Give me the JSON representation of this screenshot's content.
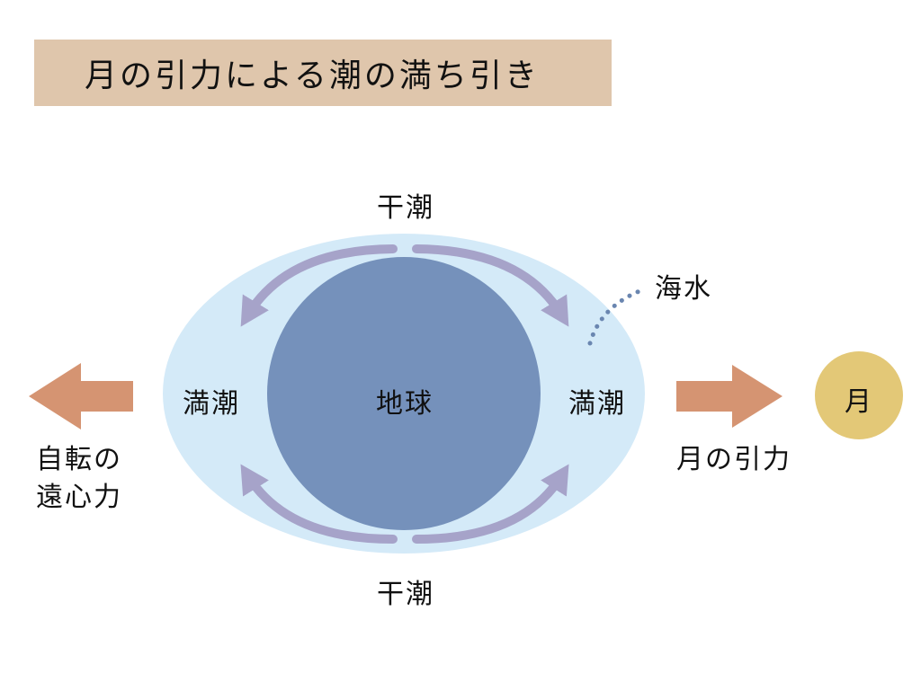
{
  "title": "月の引力による潮の満ち引き",
  "labels": {
    "low_tide_top": "干潮",
    "low_tide_bottom": "干潮",
    "high_tide_left": "満潮",
    "high_tide_right": "満潮",
    "earth": "地球",
    "seawater": "海水",
    "moon": "月",
    "moon_gravity": "月の引力",
    "centrifugal_line1": "自転の",
    "centrifugal_line2": "遠心力"
  },
  "colors": {
    "title_bg": "#dfc6ac",
    "ocean": "#d4eaf8",
    "earth": "#7591bb",
    "circulation_arrows": "#a6a3c9",
    "force_arrows": "#d59472",
    "moon": "#e3c877",
    "seawater_dots": "#6a86b0"
  }
}
